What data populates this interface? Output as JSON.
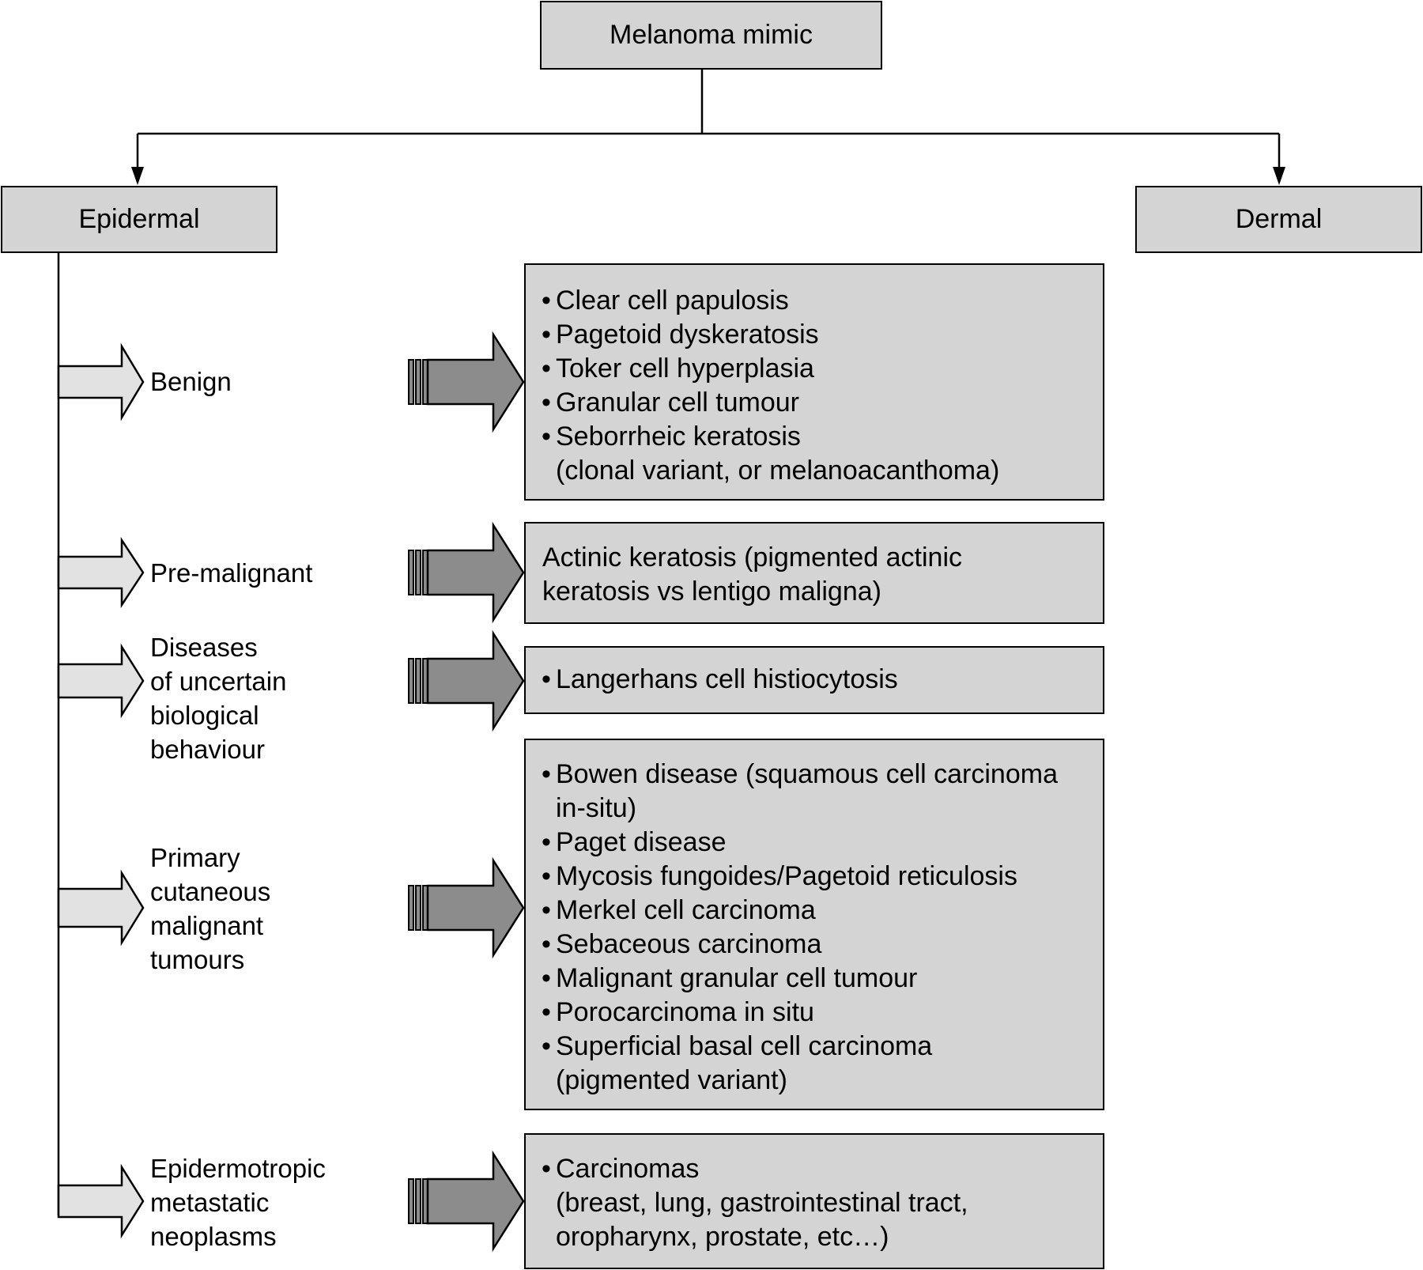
{
  "root": {
    "label": "Melanoma mimic"
  },
  "branches": [
    {
      "label": "Epidermal"
    },
    {
      "label": "Dermal"
    }
  ],
  "categories": [
    {
      "label_lines": [
        "Benign"
      ],
      "items": [
        [
          "Clear cell papulosis"
        ],
        [
          "Pagetoid dyskeratosis"
        ],
        [
          "Toker cell hyperplasia"
        ],
        [
          "Granular cell tumour"
        ],
        [
          "Seborrheic keratosis",
          "(clonal variant, or melanoacanthoma)"
        ]
      ]
    },
    {
      "label_lines": [
        "Pre-malignant"
      ],
      "text_lines": [
        "Actinic keratosis (pigmented actinic",
        "keratosis vs lentigo maligna)"
      ]
    },
    {
      "label_lines": [
        "Diseases",
        "of uncertain",
        "biological",
        "behaviour"
      ],
      "items": [
        [
          "Langerhans cell histiocytosis"
        ]
      ]
    },
    {
      "label_lines": [
        "Primary",
        "cutaneous",
        "malignant",
        "tumours"
      ],
      "items": [
        [
          "Bowen disease (squamous cell carcinoma",
          "in-situ)"
        ],
        [
          "Paget disease"
        ],
        [
          "Mycosis fungoides/Pagetoid reticulosis"
        ],
        [
          "Merkel cell carcinoma"
        ],
        [
          "Sebaceous carcinoma"
        ],
        [
          "Malignant granular cell tumour"
        ],
        [
          "Porocarcinoma in situ"
        ],
        [
          "Superficial basal cell carcinoma",
          "(pigmented variant)"
        ]
      ]
    },
    {
      "label_lines": [
        "Epidermotropic",
        "metastatic",
        "neoplasms"
      ],
      "items": [
        [
          "Carcinomas",
          "(breast, lung, gastrointestinal tract,",
          "oropharynx, prostate, etc…)"
        ]
      ]
    }
  ]
}
